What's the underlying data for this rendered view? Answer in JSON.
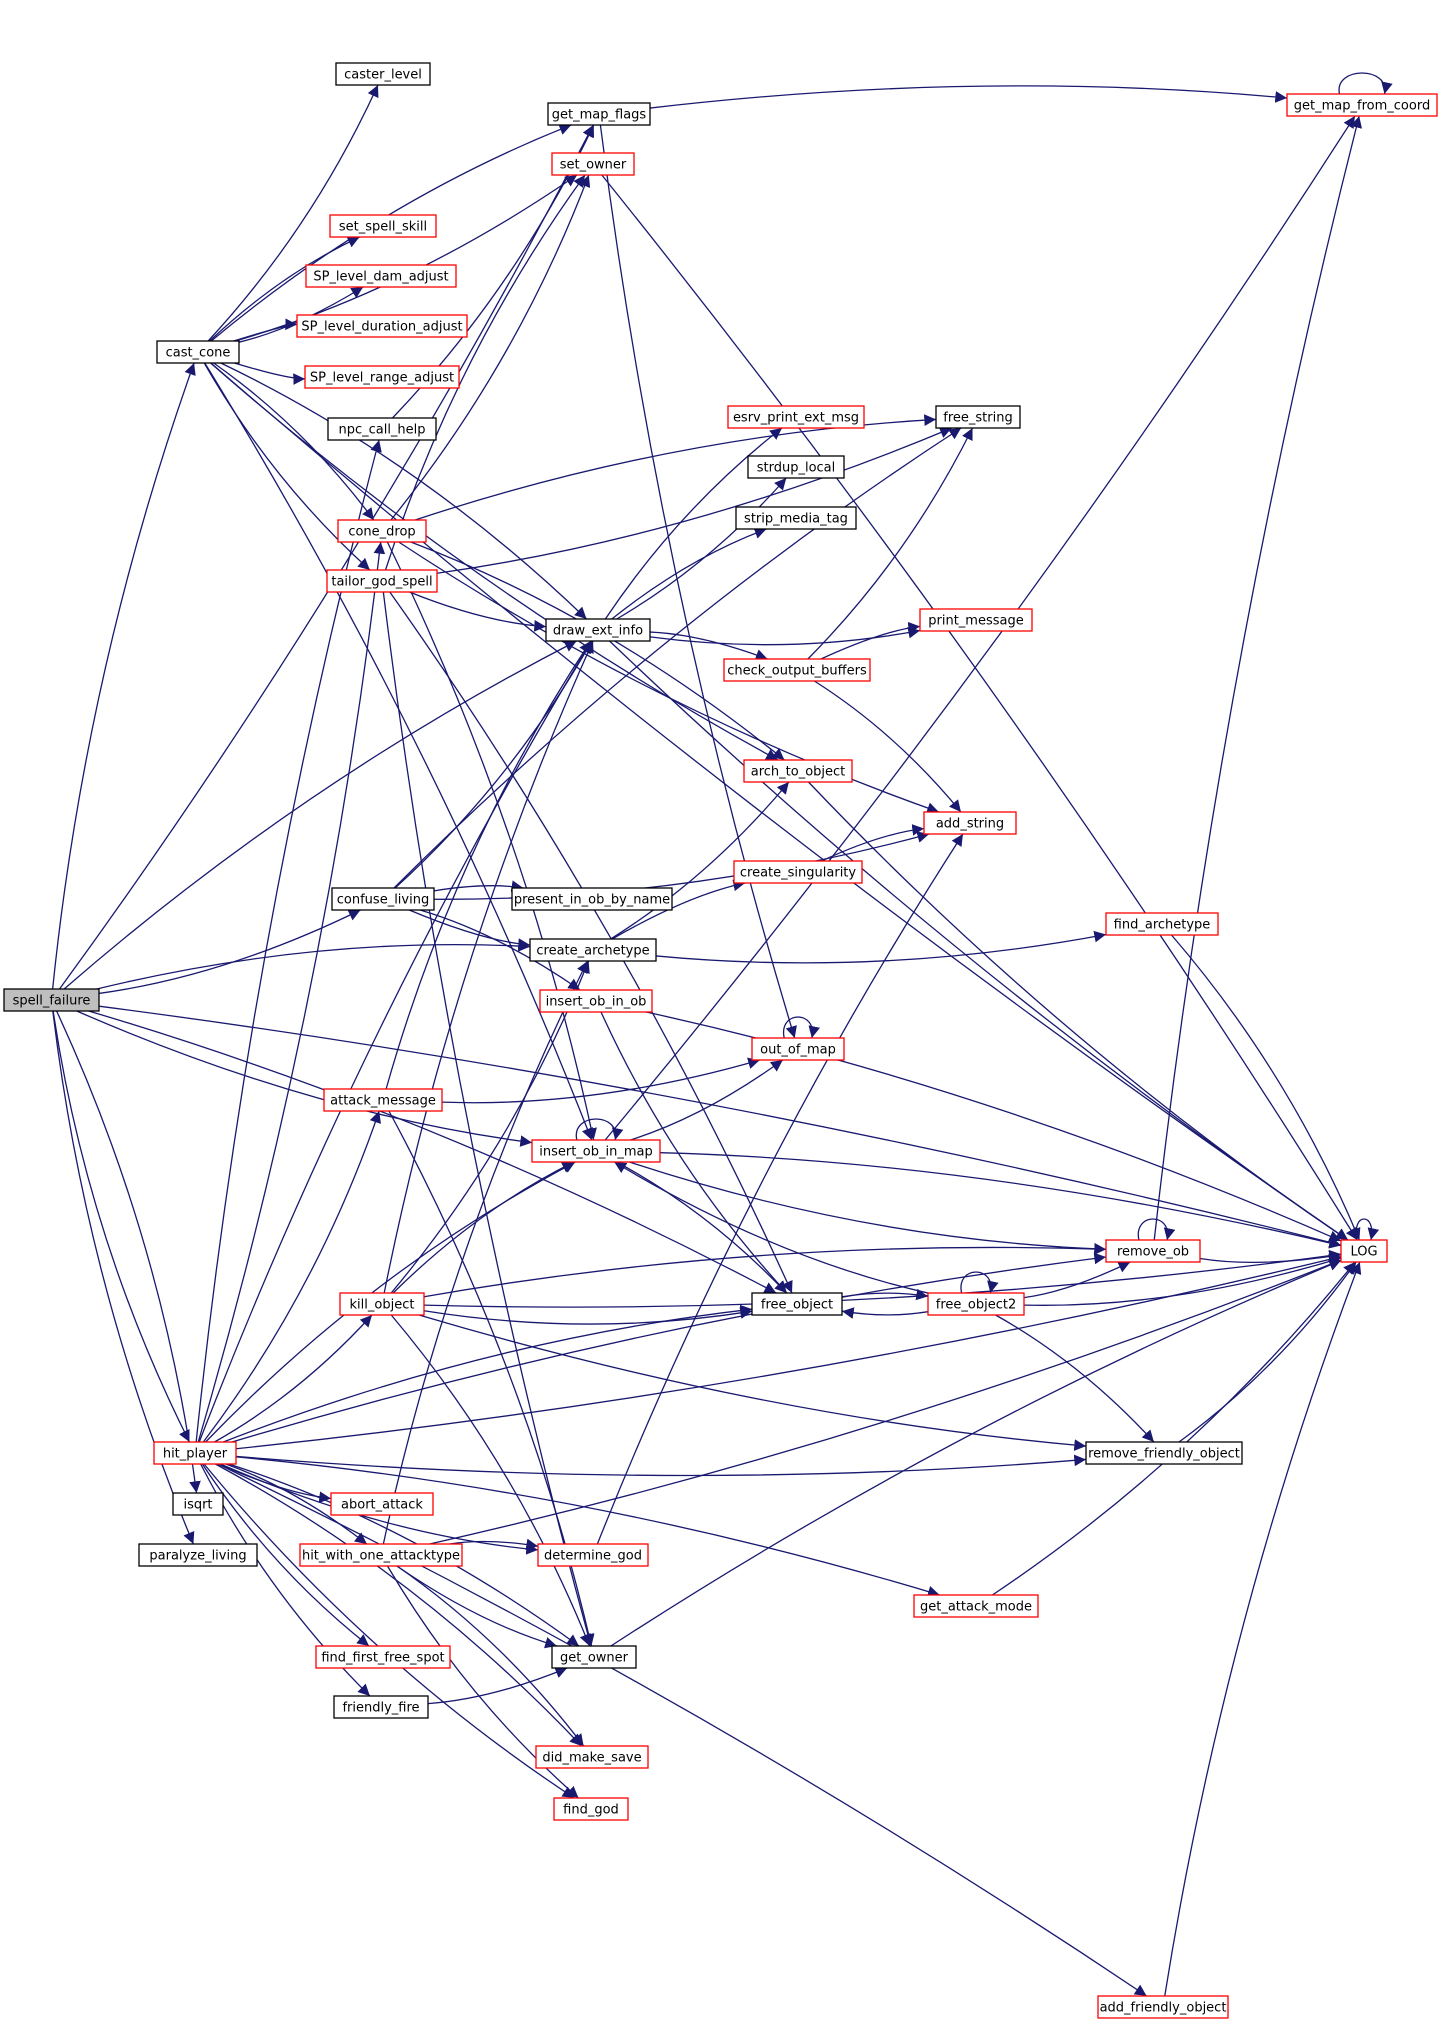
{
  "colors": {
    "edge": "#191970",
    "node_border_documented": "#ff0000",
    "node_border_plain": "#000000",
    "node_fill_focus": "#bfbfbf",
    "node_fill": "#ffffff"
  },
  "nodes": [
    {
      "id": "spell_failure",
      "label": "spell_failure",
      "style": "focus"
    },
    {
      "id": "cast_cone",
      "label": "cast_cone",
      "style": "plain"
    },
    {
      "id": "caster_level",
      "label": "caster_level",
      "style": "plain"
    },
    {
      "id": "get_map_flags",
      "label": "get_map_flags",
      "style": "plain"
    },
    {
      "id": "set_owner",
      "label": "set_owner",
      "style": "red"
    },
    {
      "id": "set_spell_skill",
      "label": "set_spell_skill",
      "style": "red"
    },
    {
      "id": "SP_level_dam_adjust",
      "label": "SP_level_dam_adjust",
      "style": "red"
    },
    {
      "id": "SP_level_duration_adjust",
      "label": "SP_level_duration_adjust",
      "style": "red"
    },
    {
      "id": "SP_level_range_adjust",
      "label": "SP_level_range_adjust",
      "style": "red"
    },
    {
      "id": "npc_call_help",
      "label": "npc_call_help",
      "style": "plain"
    },
    {
      "id": "cone_drop",
      "label": "cone_drop",
      "style": "red"
    },
    {
      "id": "tailor_god_spell",
      "label": "tailor_god_spell",
      "style": "red"
    },
    {
      "id": "get_map_from_coord",
      "label": "get_map_from_coord",
      "style": "red"
    },
    {
      "id": "free_string",
      "label": "free_string",
      "style": "plain"
    },
    {
      "id": "esrv_print_ext_msg",
      "label": "esrv_print_ext_msg",
      "style": "red"
    },
    {
      "id": "strdup_local",
      "label": "strdup_local",
      "style": "plain"
    },
    {
      "id": "strip_media_tag",
      "label": "strip_media_tag",
      "style": "plain"
    },
    {
      "id": "draw_ext_info",
      "label": "draw_ext_info",
      "style": "plain"
    },
    {
      "id": "print_message",
      "label": "print_message",
      "style": "red"
    },
    {
      "id": "check_output_buffers",
      "label": "check_output_buffers",
      "style": "red"
    },
    {
      "id": "arch_to_object",
      "label": "arch_to_object",
      "style": "red"
    },
    {
      "id": "add_string",
      "label": "add_string",
      "style": "red"
    },
    {
      "id": "create_singularity",
      "label": "create_singularity",
      "style": "red"
    },
    {
      "id": "confuse_living",
      "label": "confuse_living",
      "style": "plain"
    },
    {
      "id": "present_in_ob_by_name",
      "label": "present_in_ob_by_name",
      "style": "plain"
    },
    {
      "id": "create_archetype",
      "label": "create_archetype",
      "style": "plain"
    },
    {
      "id": "find_archetype",
      "label": "find_archetype",
      "style": "red"
    },
    {
      "id": "insert_ob_in_ob",
      "label": "insert_ob_in_ob",
      "style": "red"
    },
    {
      "id": "out_of_map",
      "label": "out_of_map",
      "style": "red"
    },
    {
      "id": "attack_message",
      "label": "attack_message",
      "style": "red"
    },
    {
      "id": "insert_ob_in_map",
      "label": "insert_ob_in_map",
      "style": "red"
    },
    {
      "id": "remove_ob",
      "label": "remove_ob",
      "style": "red"
    },
    {
      "id": "LOG",
      "label": "LOG",
      "style": "red"
    },
    {
      "id": "kill_object",
      "label": "kill_object",
      "style": "red"
    },
    {
      "id": "free_object",
      "label": "free_object",
      "style": "plain"
    },
    {
      "id": "free_object2",
      "label": "free_object2",
      "style": "red"
    },
    {
      "id": "hit_player",
      "label": "hit_player",
      "style": "red"
    },
    {
      "id": "remove_friendly_object",
      "label": "remove_friendly_object",
      "style": "plain"
    },
    {
      "id": "isqrt",
      "label": "isqrt",
      "style": "plain"
    },
    {
      "id": "abort_attack",
      "label": "abort_attack",
      "style": "red"
    },
    {
      "id": "paralyze_living",
      "label": "paralyze_living",
      "style": "plain"
    },
    {
      "id": "hit_with_one_attacktype",
      "label": "hit_with_one_attacktype",
      "style": "red"
    },
    {
      "id": "determine_god",
      "label": "determine_god",
      "style": "red"
    },
    {
      "id": "get_attack_mode",
      "label": "get_attack_mode",
      "style": "red"
    },
    {
      "id": "find_first_free_spot",
      "label": "find_first_free_spot",
      "style": "red"
    },
    {
      "id": "get_owner",
      "label": "get_owner",
      "style": "plain"
    },
    {
      "id": "friendly_fire",
      "label": "friendly_fire",
      "style": "plain"
    },
    {
      "id": "did_make_save",
      "label": "did_make_save",
      "style": "red"
    },
    {
      "id": "find_god",
      "label": "find_god",
      "style": "red"
    },
    {
      "id": "add_friendly_object",
      "label": "add_friendly_object",
      "style": "red"
    }
  ],
  "edges": [
    [
      "spell_failure",
      "cast_cone"
    ],
    [
      "spell_failure",
      "get_map_flags"
    ],
    [
      "spell_failure",
      "draw_ext_info"
    ],
    [
      "spell_failure",
      "confuse_living"
    ],
    [
      "spell_failure",
      "create_archetype"
    ],
    [
      "spell_failure",
      "insert_ob_in_map"
    ],
    [
      "spell_failure",
      "free_object"
    ],
    [
      "spell_failure",
      "hit_player"
    ],
    [
      "spell_failure",
      "isqrt"
    ],
    [
      "spell_failure",
      "paralyze_living"
    ],
    [
      "spell_failure",
      "LOG"
    ],
    [
      "cast_cone",
      "caster_level"
    ],
    [
      "cast_cone",
      "get_map_flags"
    ],
    [
      "cast_cone",
      "set_owner"
    ],
    [
      "cast_cone",
      "set_spell_skill"
    ],
    [
      "cast_cone",
      "SP_level_dam_adjust"
    ],
    [
      "cast_cone",
      "SP_level_duration_adjust"
    ],
    [
      "cast_cone",
      "SP_level_range_adjust"
    ],
    [
      "cast_cone",
      "cone_drop"
    ],
    [
      "cast_cone",
      "tailor_god_spell"
    ],
    [
      "cast_cone",
      "draw_ext_info"
    ],
    [
      "cast_cone",
      "arch_to_object"
    ],
    [
      "cast_cone",
      "insert_ob_in_map"
    ],
    [
      "cast_cone",
      "LOG"
    ],
    [
      "get_map_flags",
      "get_map_from_coord"
    ],
    [
      "get_map_flags",
      "out_of_map"
    ],
    [
      "set_owner",
      "LOG"
    ],
    [
      "npc_call_help",
      "get_map_flags"
    ],
    [
      "cone_drop",
      "free_string"
    ],
    [
      "cone_drop",
      "add_string"
    ],
    [
      "cone_drop",
      "arch_to_object"
    ],
    [
      "cone_drop",
      "set_owner"
    ],
    [
      "cone_drop",
      "insert_ob_in_map"
    ],
    [
      "tailor_god_spell",
      "free_string"
    ],
    [
      "tailor_god_spell",
      "set_owner"
    ],
    [
      "tailor_god_spell",
      "draw_ext_info"
    ],
    [
      "tailor_god_spell",
      "free_object"
    ],
    [
      "tailor_god_spell",
      "get_owner"
    ],
    [
      "draw_ext_info",
      "esrv_print_ext_msg"
    ],
    [
      "draw_ext_info",
      "strdup_local"
    ],
    [
      "draw_ext_info",
      "strip_media_tag"
    ],
    [
      "draw_ext_info",
      "print_message"
    ],
    [
      "draw_ext_info",
      "check_output_buffers"
    ],
    [
      "draw_ext_info",
      "LOG"
    ],
    [
      "check_output_buffers",
      "print_message"
    ],
    [
      "check_output_buffers",
      "free_string"
    ],
    [
      "check_output_buffers",
      "add_string"
    ],
    [
      "arch_to_object",
      "LOG"
    ],
    [
      "create_singularity",
      "add_string"
    ],
    [
      "confuse_living",
      "draw_ext_info"
    ],
    [
      "confuse_living",
      "free_string"
    ],
    [
      "confuse_living",
      "add_string"
    ],
    [
      "confuse_living",
      "present_in_ob_by_name"
    ],
    [
      "confuse_living",
      "create_archetype"
    ],
    [
      "confuse_living",
      "insert_ob_in_ob"
    ],
    [
      "create_archetype",
      "arch_to_object"
    ],
    [
      "create_archetype",
      "create_singularity"
    ],
    [
      "create_archetype",
      "find_archetype"
    ],
    [
      "find_archetype",
      "LOG"
    ],
    [
      "insert_ob_in_ob",
      "free_object"
    ],
    [
      "insert_ob_in_ob",
      "LOG"
    ],
    [
      "out_of_map",
      "out_of_map"
    ],
    [
      "attack_message",
      "draw_ext_info"
    ],
    [
      "attack_message",
      "out_of_map"
    ],
    [
      "attack_message",
      "get_owner"
    ],
    [
      "insert_ob_in_map",
      "out_of_map"
    ],
    [
      "insert_ob_in_map",
      "insert_ob_in_map"
    ],
    [
      "insert_ob_in_map",
      "get_map_from_coord"
    ],
    [
      "insert_ob_in_map",
      "free_object"
    ],
    [
      "insert_ob_in_map",
      "remove_ob"
    ],
    [
      "insert_ob_in_map",
      "LOG"
    ],
    [
      "remove_ob",
      "remove_ob"
    ],
    [
      "remove_ob",
      "get_map_from_coord"
    ],
    [
      "remove_ob",
      "LOG"
    ],
    [
      "get_map_from_coord",
      "get_map_from_coord"
    ],
    [
      "LOG",
      "LOG"
    ],
    [
      "kill_object",
      "draw_ext_info"
    ],
    [
      "kill_object",
      "create_archetype"
    ],
    [
      "kill_object",
      "insert_ob_in_map"
    ],
    [
      "kill_object",
      "free_object"
    ],
    [
      "kill_object",
      "remove_ob"
    ],
    [
      "kill_object",
      "LOG"
    ],
    [
      "kill_object",
      "get_owner"
    ],
    [
      "kill_object",
      "remove_friendly_object"
    ],
    [
      "free_object",
      "free_object2"
    ],
    [
      "free_object2",
      "free_object2"
    ],
    [
      "free_object2",
      "free_object"
    ],
    [
      "free_object2",
      "remove_ob"
    ],
    [
      "free_object2",
      "insert_ob_in_map"
    ],
    [
      "free_object2",
      "LOG"
    ],
    [
      "free_object2",
      "remove_friendly_object"
    ],
    [
      "remove_friendly_object",
      "LOG"
    ],
    [
      "hit_player",
      "npc_call_help"
    ],
    [
      "hit_player",
      "cone_drop"
    ],
    [
      "hit_player",
      "draw_ext_info"
    ],
    [
      "hit_player",
      "attack_message"
    ],
    [
      "hit_player",
      "insert_ob_in_map"
    ],
    [
      "hit_player",
      "kill_object"
    ],
    [
      "hit_player",
      "free_object"
    ],
    [
      "hit_player",
      "abort_attack"
    ],
    [
      "hit_player",
      "hit_with_one_attacktype"
    ],
    [
      "hit_player",
      "determine_god"
    ],
    [
      "hit_player",
      "get_attack_mode"
    ],
    [
      "hit_player",
      "find_first_free_spot"
    ],
    [
      "hit_player",
      "get_owner"
    ],
    [
      "hit_player",
      "friendly_fire"
    ],
    [
      "hit_player",
      "did_make_save"
    ],
    [
      "hit_player",
      "find_god"
    ],
    [
      "hit_player",
      "add_friendly_object"
    ],
    [
      "hit_player",
      "remove_friendly_object"
    ],
    [
      "hit_player",
      "remove_ob"
    ],
    [
      "hit_player",
      "LOG"
    ],
    [
      "hit_with_one_attacktype",
      "determine_god"
    ],
    [
      "hit_with_one_attacktype",
      "get_owner"
    ],
    [
      "hit_with_one_attacktype",
      "did_make_save"
    ],
    [
      "hit_with_one_attacktype",
      "find_god"
    ],
    [
      "hit_with_one_attacktype",
      "create_archetype"
    ],
    [
      "hit_with_one_attacktype",
      "LOG"
    ],
    [
      "determine_god",
      "add_string"
    ],
    [
      "get_attack_mode",
      "LOG"
    ],
    [
      "get_owner",
      "LOG"
    ],
    [
      "friendly_fire",
      "get_owner"
    ],
    [
      "add_friendly_object",
      "LOG"
    ]
  ]
}
